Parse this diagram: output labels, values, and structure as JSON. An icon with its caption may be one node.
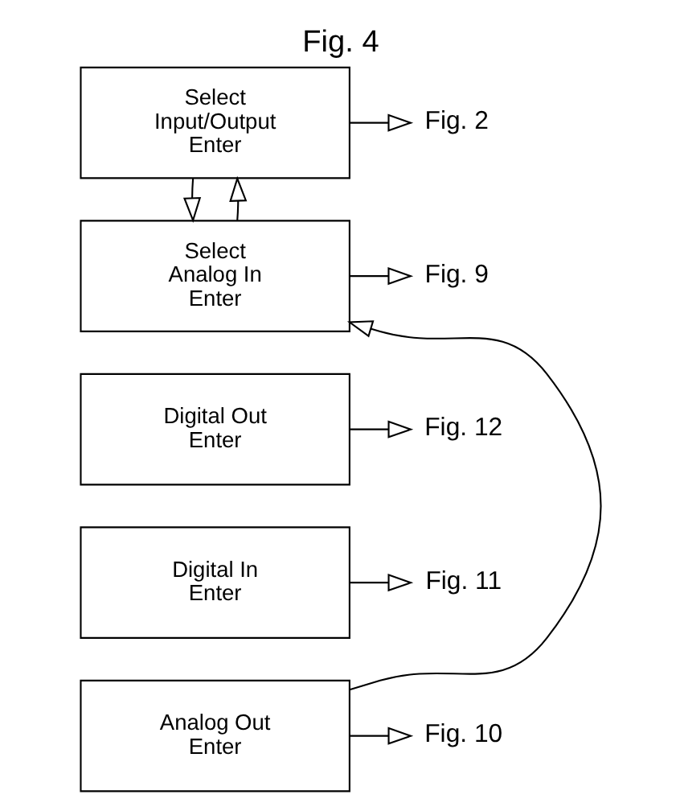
{
  "diagram": {
    "title": "Fig. 4",
    "nodes": [
      {
        "text": [
          "Select",
          "Input/Output",
          "Enter"
        ]
      },
      {
        "text": [
          "Fig. 2"
        ]
      },
      {
        "text": [
          "Select",
          "Analog In",
          "Enter"
        ]
      },
      {
        "text": [
          "Fig. 9"
        ]
      },
      {
        "text": [
          "Digital Out",
          "Enter"
        ]
      },
      {
        "text": [
          "Fig. 12"
        ]
      },
      {
        "text": [
          "Digital In",
          "Enter"
        ]
      },
      {
        "text": [
          "Fig. 11"
        ]
      },
      {
        "text": [
          "Analog Out",
          "Enter"
        ]
      },
      {
        "text": [
          "Fig. 10"
        ]
      }
    ],
    "edges": [
      {
        "from": 0,
        "to": 1,
        "arrow": "to"
      },
      {
        "from": 0,
        "to": 2,
        "arrow": "to"
      },
      {
        "from": 2,
        "to": 0,
        "arrow": "to"
      },
      {
        "from": 2,
        "to": 3,
        "arrow": "to"
      },
      {
        "from": 4,
        "to": 5,
        "arrow": "to"
      },
      {
        "from": 6,
        "to": 7,
        "arrow": "to"
      },
      {
        "from": 8,
        "to": 9,
        "arrow": "to"
      },
      {
        "from": 8,
        "to": 2,
        "arrow": "to"
      }
    ]
  }
}
